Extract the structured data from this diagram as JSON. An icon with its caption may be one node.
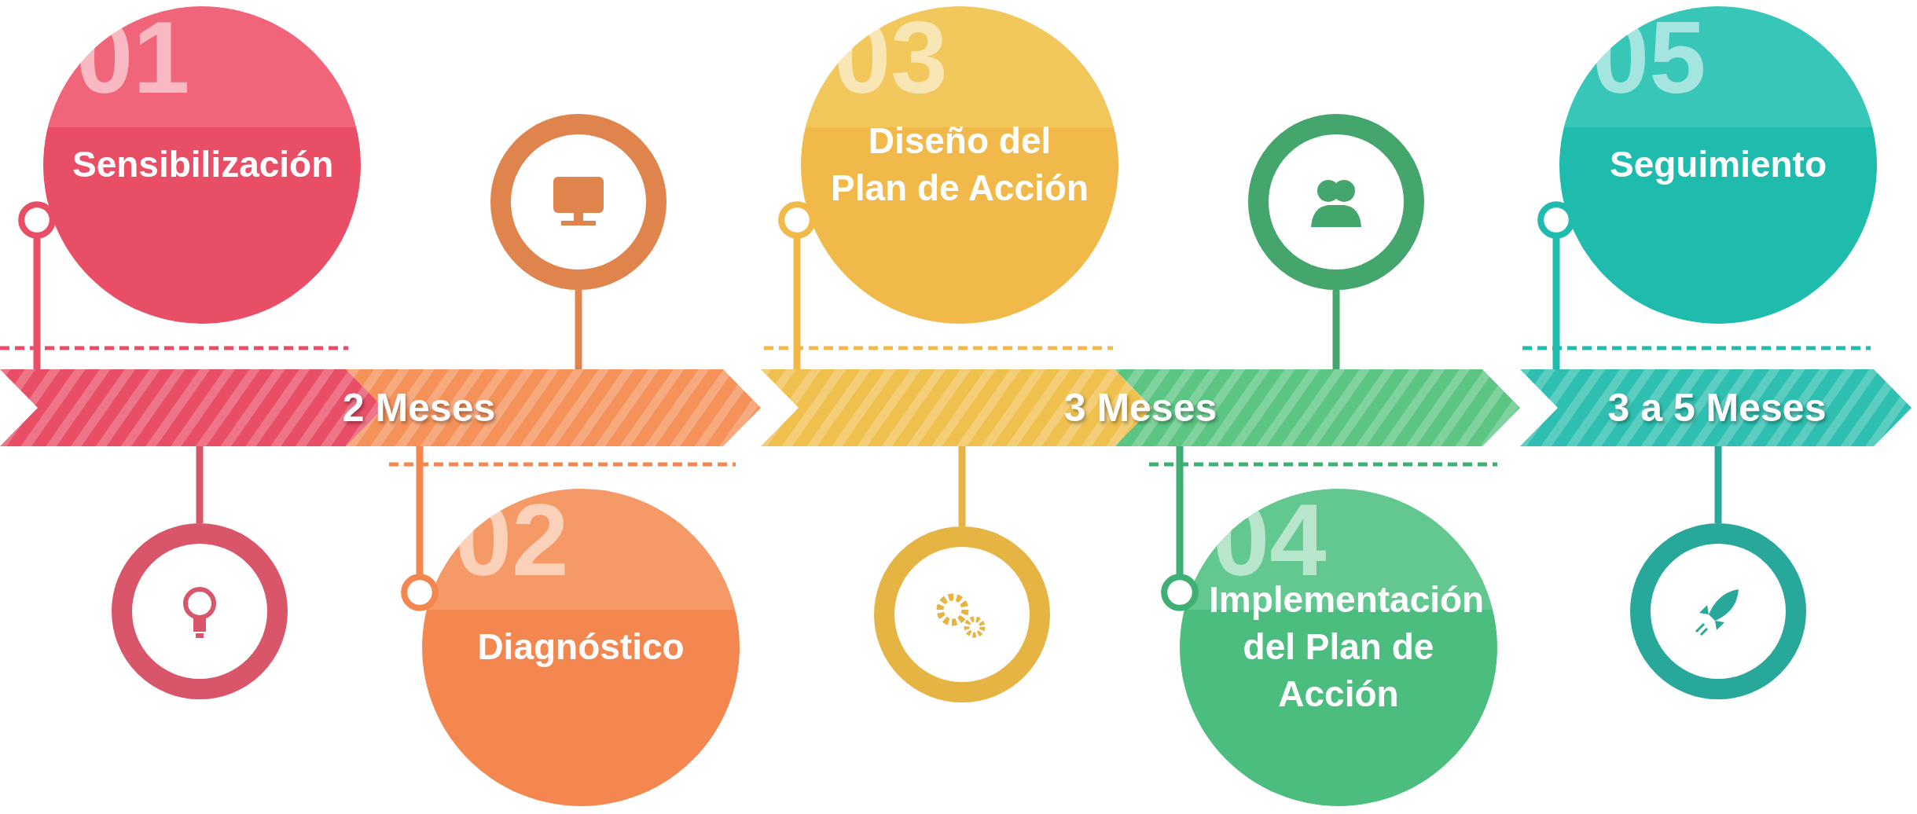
{
  "diagram": {
    "nodes": [
      {
        "text": [
          "2 Meses"
        ]
      },
      {
        "text": [
          "3 Meses"
        ]
      },
      {
        "text": [
          "3 a 5 Meses"
        ]
      },
      {
        "text": [
          "01",
          "Sensibilización"
        ]
      },
      {
        "text": [
          "02",
          "Diagnóstico"
        ]
      },
      {
        "text": [
          "03",
          "Diseño del Plan de Acción"
        ]
      },
      {
        "text": [
          "04",
          "Implementación del Plan de Acción"
        ]
      },
      {
        "text": [
          "05",
          "Seguimiento"
        ]
      },
      {
        "text": [],
        "shape": "circle"
      },
      {
        "text": [],
        "shape": "circle"
      },
      {
        "text": [],
        "shape": "circle"
      },
      {
        "text": [],
        "shape": "circle"
      },
      {
        "text": [],
        "shape": "circle"
      }
    ],
    "edges": [
      {
        "from": 3,
        "to": 0,
        "arrow": "other",
        "color": "#e94e67"
      },
      {
        "from": 8,
        "to": 0,
        "arrow": "none",
        "color": "#d9566a"
      },
      {
        "from": 9,
        "to": 0,
        "arrow": "none",
        "color": "#e0844e"
      },
      {
        "from": 4,
        "to": 0,
        "arrow": "other",
        "color": "#f4874f"
      },
      {
        "from": 5,
        "to": 1,
        "arrow": "other",
        "color": "#f0b94a"
      },
      {
        "from": 10,
        "to": 1,
        "arrow": "none",
        "color": "#e5b443"
      },
      {
        "from": 11,
        "to": 1,
        "arrow": "none",
        "color": "#44a66c"
      },
      {
        "from": 6,
        "to": 1,
        "arrow": "other",
        "color": "#3fb073"
      },
      {
        "from": 7,
        "to": 2,
        "arrow": "other",
        "color": "#1fbcad"
      },
      {
        "from": 12,
        "to": 2,
        "arrow": "none",
        "color": "#27a89a"
      }
    ]
  }
}
